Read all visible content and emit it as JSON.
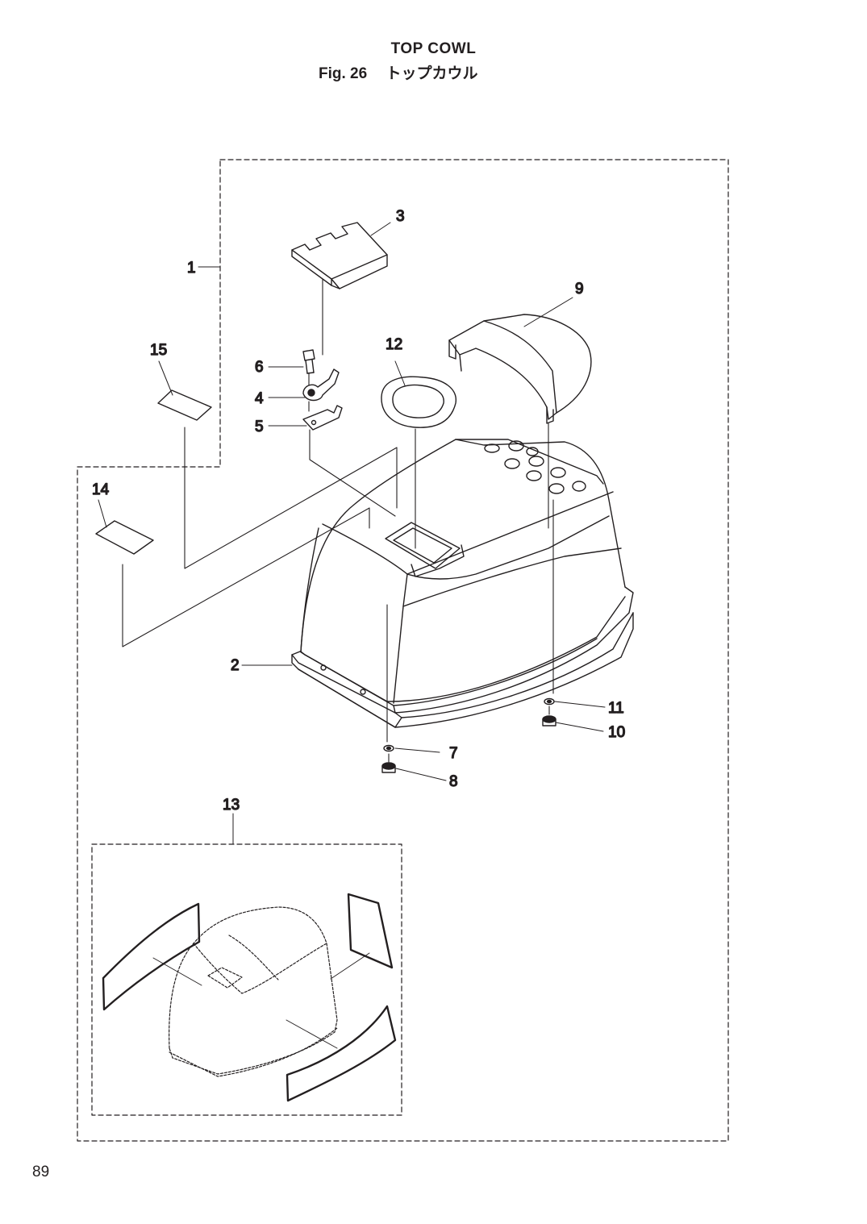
{
  "header": {
    "title": "TOP COWL",
    "fig_label": "Fig. 26",
    "subtitle_jp": "トップカウル"
  },
  "callouts": {
    "c1": "1",
    "c2": "2",
    "c3": "3",
    "c4": "4",
    "c5": "5",
    "c6": "6",
    "c7": "7",
    "c8": "8",
    "c9": "9",
    "c10": "10",
    "c11": "11",
    "c12": "12",
    "c13": "13",
    "c14": "14",
    "c15": "15"
  },
  "footer": {
    "page_number": "89"
  },
  "colors": {
    "ink": "#231f20",
    "paper": "#ffffff"
  }
}
